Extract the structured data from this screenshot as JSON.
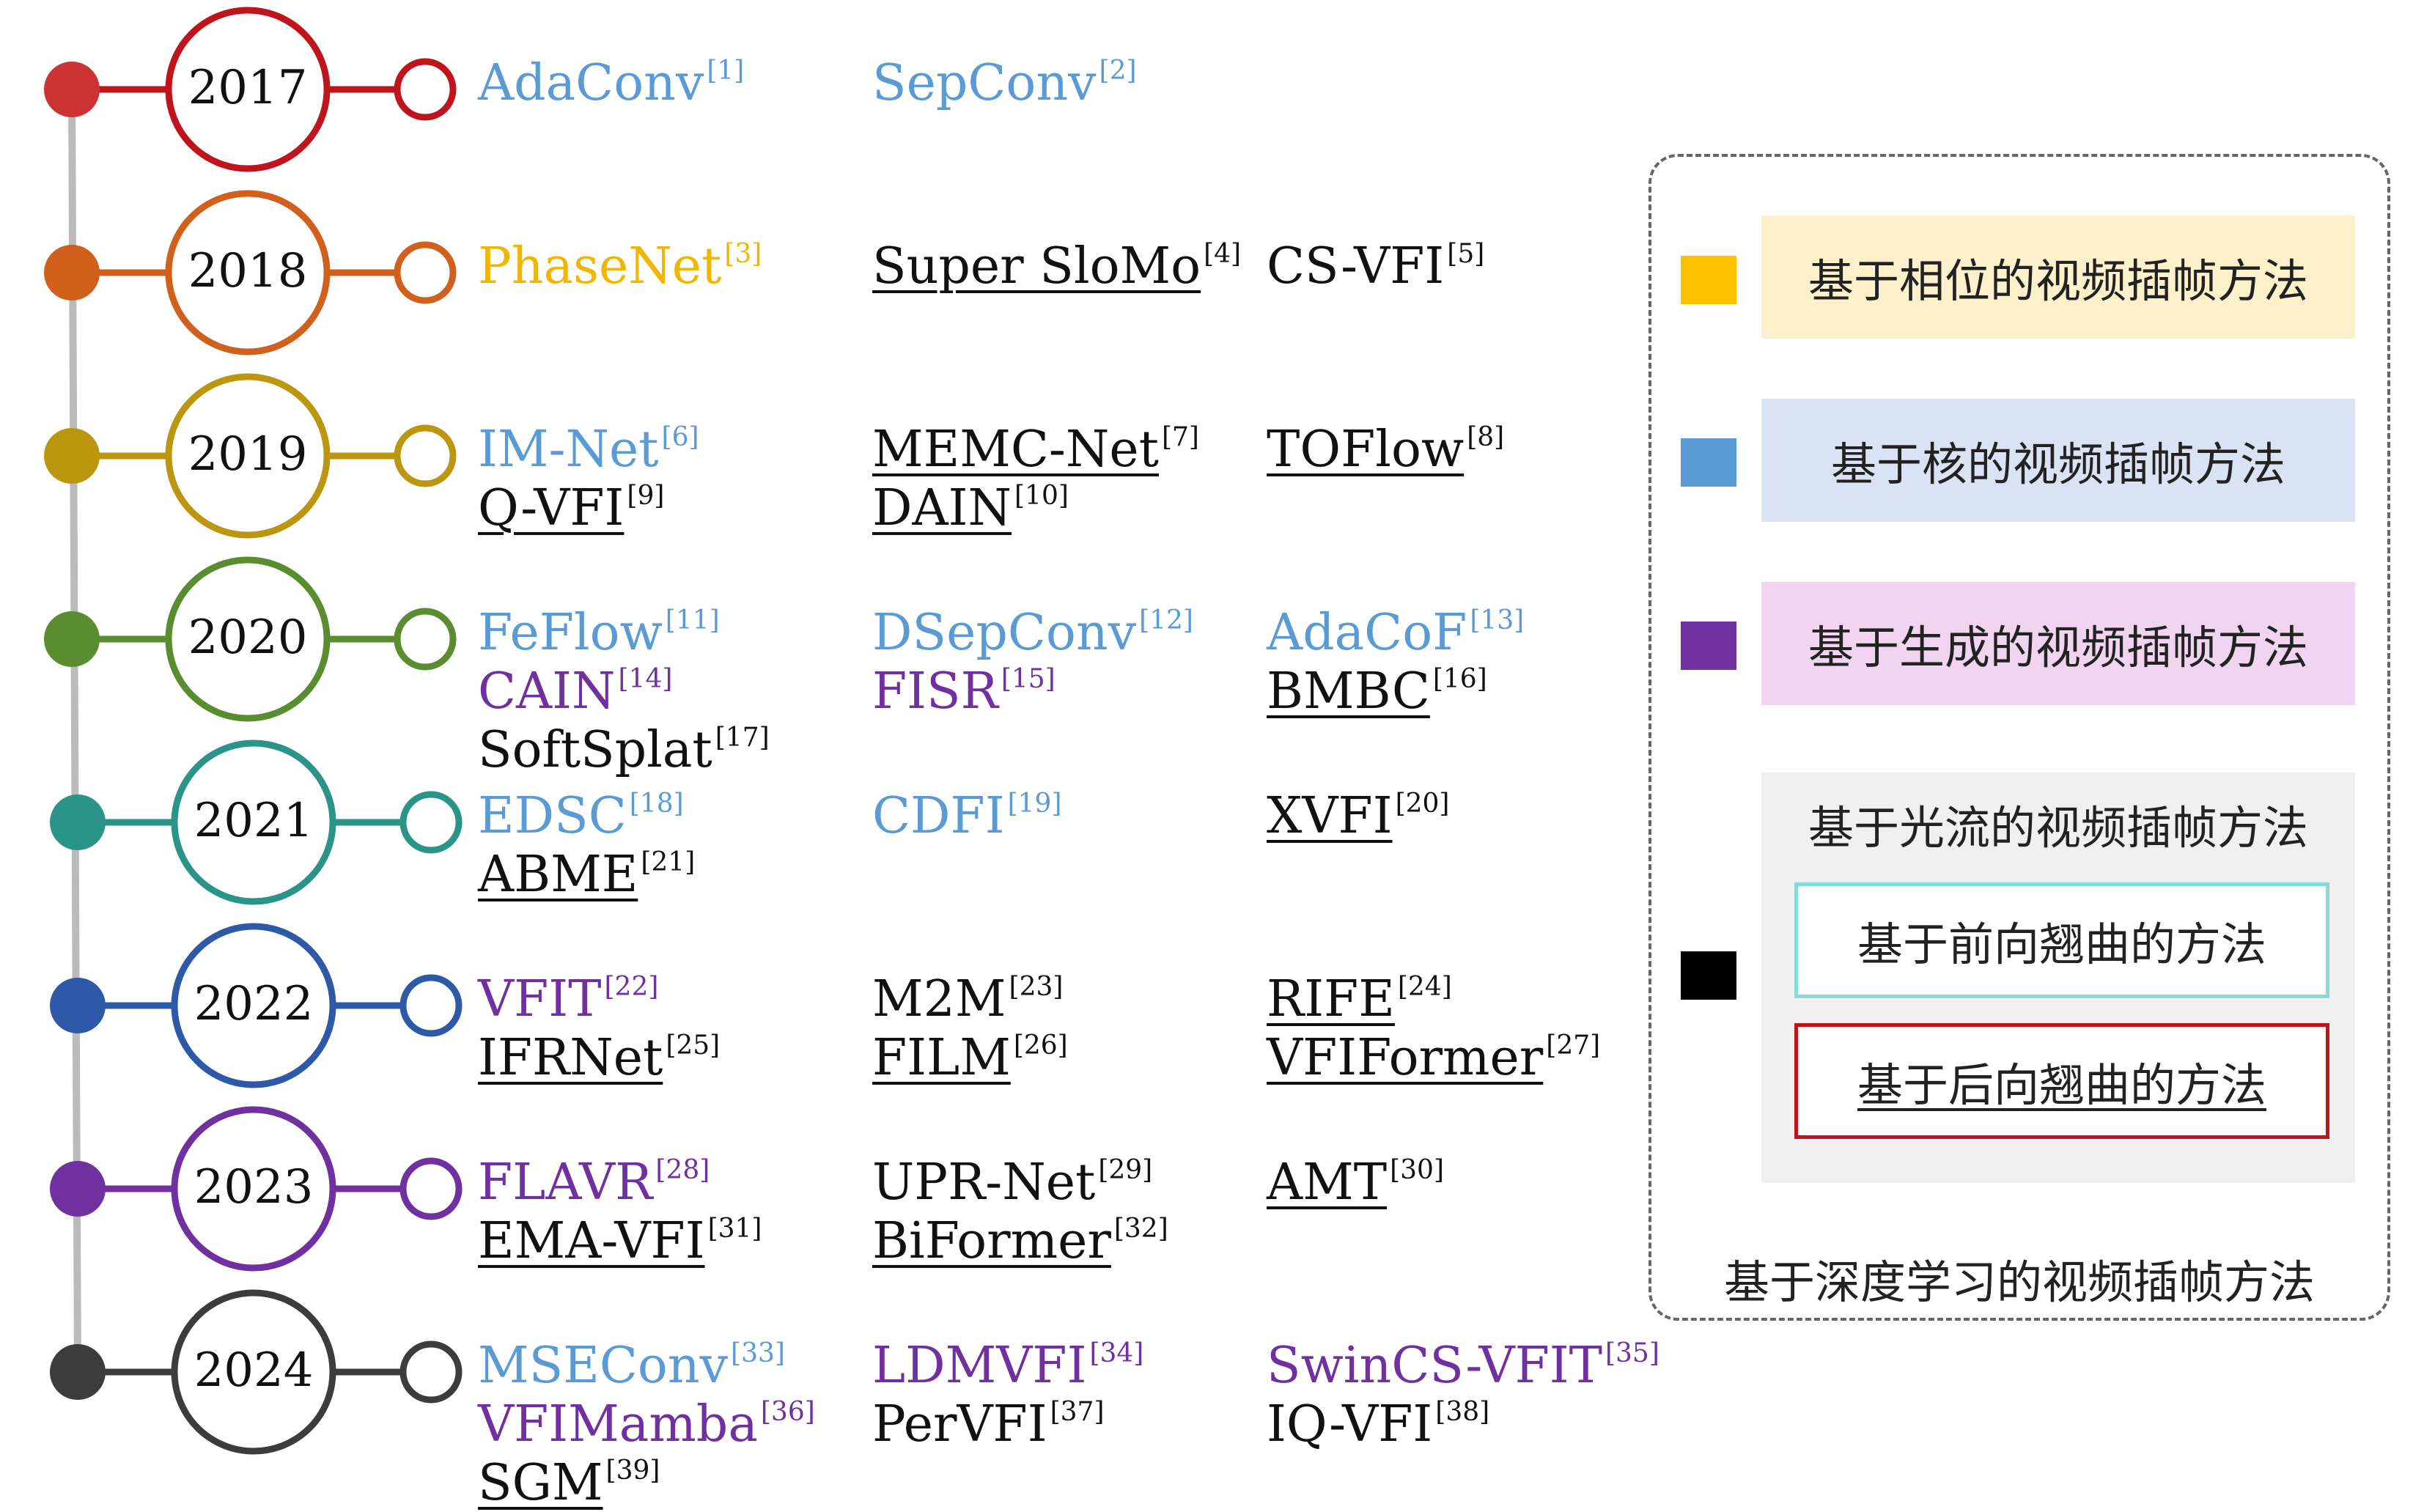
{
  "colors": {
    "phase": "#f0b600",
    "kernel": "#5b9bd5",
    "generative": "#7030a0",
    "flow": "#111111",
    "axis": "#bbbbbb"
  },
  "timeline": [
    {
      "year": "2017",
      "color": "#c0141c",
      "dot": "#cc3434",
      "methods": [
        {
          "name": "AdaConv",
          "ref": "[1]",
          "cat": "kernel",
          "u": false
        },
        {
          "name": "SepConv",
          "ref": "[2]",
          "cat": "kernel",
          "u": false
        }
      ]
    },
    {
      "year": "2018",
      "color": "#d0601c",
      "dot": "#d0601c",
      "methods": [
        {
          "name": "PhaseNet",
          "ref": "[3]",
          "cat": "phase",
          "u": false
        },
        {
          "name": "Super SloMo",
          "ref": "[4]",
          "cat": "flow",
          "u": true
        },
        {
          "name": "CS-VFI",
          "ref": "[5]",
          "cat": "flow",
          "u": false
        }
      ]
    },
    {
      "year": "2019",
      "color": "#bc960e",
      "dot": "#bc960e",
      "methods": [
        {
          "name": "IM-Net",
          "ref": "[6]",
          "cat": "kernel",
          "u": false
        },
        {
          "name": "MEMC-Net",
          "ref": "[7]",
          "cat": "flow",
          "u": true
        },
        {
          "name": "TOFlow",
          "ref": "[8]",
          "cat": "flow",
          "u": true
        },
        {
          "name": "Q-VFI",
          "ref": "[9]",
          "cat": "flow",
          "u": true
        },
        {
          "name": "DAIN",
          "ref": "[10]",
          "cat": "flow",
          "u": true
        }
      ]
    },
    {
      "year": "2020",
      "color": "#5a8c30",
      "dot": "#5a8c30",
      "methods": [
        {
          "name": "FeFlow",
          "ref": "[11]",
          "cat": "kernel",
          "u": false
        },
        {
          "name": "DSepConv",
          "ref": "[12]",
          "cat": "kernel",
          "u": false
        },
        {
          "name": "AdaCoF",
          "ref": "[13]",
          "cat": "kernel",
          "u": false
        },
        {
          "name": "CAIN",
          "ref": "[14]",
          "cat": "generative",
          "u": false
        },
        {
          "name": "FISR",
          "ref": "[15]",
          "cat": "generative",
          "u": false
        },
        {
          "name": "BMBC",
          "ref": "[16]",
          "cat": "flow",
          "u": true
        },
        {
          "name": "SoftSplat",
          "ref": "[17]",
          "cat": "flow",
          "u": false
        }
      ]
    },
    {
      "year": "2021",
      "color": "#2a9488",
      "dot": "#2a9488",
      "methods": [
        {
          "name": "EDSC",
          "ref": "[18]",
          "cat": "kernel",
          "u": false
        },
        {
          "name": "CDFI",
          "ref": "[19]",
          "cat": "kernel",
          "u": false
        },
        {
          "name": "XVFI",
          "ref": "[20]",
          "cat": "flow",
          "u": true
        },
        {
          "name": "ABME",
          "ref": "[21]",
          "cat": "flow",
          "u": true
        }
      ]
    },
    {
      "year": "2022",
      "color": "#2e58a8",
      "dot": "#2e58a8",
      "methods": [
        {
          "name": "VFIT",
          "ref": "[22]",
          "cat": "generative",
          "u": false
        },
        {
          "name": "M2M",
          "ref": "[23]",
          "cat": "flow",
          "u": false
        },
        {
          "name": "RIFE",
          "ref": "[24]",
          "cat": "flow",
          "u": true
        },
        {
          "name": "IFRNet",
          "ref": "[25]",
          "cat": "flow",
          "u": true
        },
        {
          "name": "FILM",
          "ref": "[26]",
          "cat": "flow",
          "u": true
        },
        {
          "name": "VFIFormer",
          "ref": "[27]",
          "cat": "flow",
          "u": true
        }
      ]
    },
    {
      "year": "2023",
      "color": "#7030a0",
      "dot": "#7030a0",
      "methods": [
        {
          "name": "FLAVR",
          "ref": "[28]",
          "cat": "generative",
          "u": false
        },
        {
          "name": "UPR-Net",
          "ref": "[29]",
          "cat": "flow",
          "u": false
        },
        {
          "name": "AMT",
          "ref": "[30]",
          "cat": "flow",
          "u": true
        },
        {
          "name": "EMA-VFI",
          "ref": "[31]",
          "cat": "flow",
          "u": true
        },
        {
          "name": "BiFormer",
          "ref": "[32]",
          "cat": "flow",
          "u": true
        }
      ]
    },
    {
      "year": "2024",
      "color": "#3c3c3c",
      "dot": "#3c3c3c",
      "methods": [
        {
          "name": "MSEConv",
          "ref": "[33]",
          "cat": "kernel",
          "u": false
        },
        {
          "name": "LDMVFI",
          "ref": "[34]",
          "cat": "generative",
          "u": false
        },
        {
          "name": "SwinCS-VFIT",
          "ref": "[35]",
          "cat": "generative",
          "u": false
        },
        {
          "name": "VFIMamba",
          "ref": "[36]",
          "cat": "generative",
          "u": false
        },
        {
          "name": "PerVFI",
          "ref": "[37]",
          "cat": "flow",
          "u": false
        },
        {
          "name": "IQ-VFI",
          "ref": "[38]",
          "cat": "flow",
          "u": false
        },
        {
          "name": "SGM",
          "ref": "[39]",
          "cat": "flow",
          "u": true
        }
      ]
    }
  ],
  "legend": {
    "phase": {
      "label": "基于相位的视频插帧方法",
      "swatch": "#ffc000",
      "band": "#fdf1cc"
    },
    "kernel": {
      "label": "基于核的视频插帧方法",
      "swatch": "#5b9bd5",
      "band": "#dae3f3"
    },
    "generative": {
      "label": "基于生成的视频插帧方法",
      "swatch": "#7030a0",
      "band": "#f0d4f0"
    },
    "flow": {
      "label": "基于光流的视频插帧方法",
      "swatch": "#000000",
      "band": "#f0f0f0",
      "forward": {
        "label": "基于前向翘曲的方法",
        "border": "#88dcd8"
      },
      "backward": {
        "label": "基于后向翘曲的方法",
        "border": "#c0141c"
      }
    },
    "caption": "基于深度学习的视频插帧方法"
  }
}
